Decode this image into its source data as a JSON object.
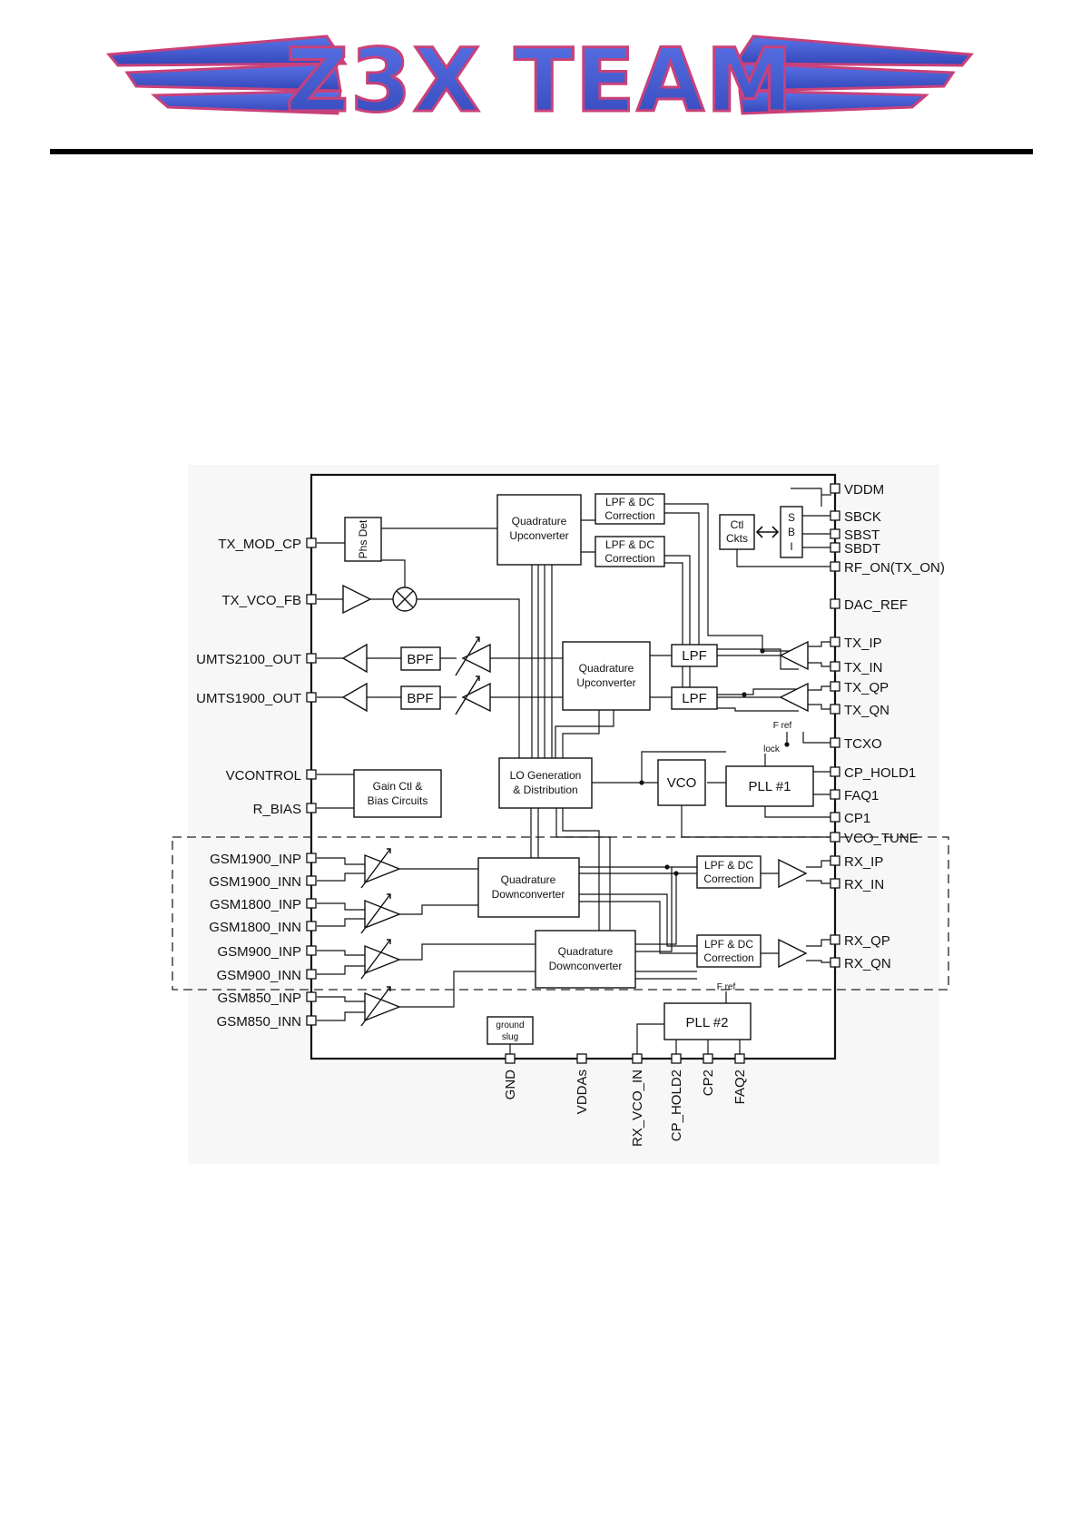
{
  "logo": {
    "text": "Z3X TEAM",
    "colors": {
      "fill": "#4a63d8",
      "streak": "#d9477a"
    }
  },
  "pins_left": {
    "tx_mod_cp": "TX_MOD_CP",
    "tx_vco_fb": "TX_VCO_FB",
    "umts2100_out": "UMTS2100_OUT",
    "umts1900_out": "UMTS1900_OUT",
    "vcontrol": "VCONTROL",
    "r_bias": "R_BIAS",
    "gsm1900_inp": "GSM1900_INP",
    "gsm1900_inn": "GSM1900_INN",
    "gsm1800_inp": "GSM1800_INP",
    "gsm1800_inn": "GSM1800_INN",
    "gsm900_inp": "GSM900_INP",
    "gsm900_inn": "GSM900_INN",
    "gsm850_inp": "GSM850_INP",
    "gsm850_inn": "GSM850_INN"
  },
  "pins_right": {
    "vddm": "VDDM",
    "sbck": "SBCK",
    "sbst": "SBST",
    "sbdt": "SBDT",
    "rf_on": "RF_ON(TX_ON)",
    "dac_ref": "DAC_REF",
    "tx_ip": "TX_IP",
    "tx_in": "TX_IN",
    "tx_qp": "TX_QP",
    "tx_qn": "TX_QN",
    "tcxo": "TCXO",
    "cp_hold1": "CP_HOLD1",
    "faq1": "FAQ1",
    "cp1": "CP1",
    "vco_tune": "VCO_TUNE",
    "rx_ip": "RX_IP",
    "rx_in": "RX_IN",
    "rx_qp": "RX_QP",
    "rx_qn": "RX_QN"
  },
  "pins_bottom": {
    "gnd": "GND",
    "vddas": "VDDAs",
    "rx_vco_in": "RX_VCO_IN",
    "cp_hold2": "CP_HOLD2",
    "cp2": "CP2",
    "faq2": "FAQ2"
  },
  "blocks": {
    "quad_up_top": [
      "Quadrature",
      "Upconverter"
    ],
    "lpf_dc_1": [
      "LPF & DC",
      "Correction"
    ],
    "lpf_dc_2": [
      "LPF & DC",
      "Correction"
    ],
    "ctl_ckts": [
      "Ctl",
      "Ckts"
    ],
    "sbi": [
      "S",
      "B",
      "I"
    ],
    "phs_det": "Phs Det",
    "bpf_1": "BPF",
    "bpf_2": "BPF",
    "quad_up_mid": [
      "Quadrature",
      "Upconverter"
    ],
    "lpf_1": "LPF",
    "lpf_2": "LPF",
    "lo_gen": [
      "LO Generation",
      "& Distribution"
    ],
    "vco": "VCO",
    "pll1": "PLL #1",
    "gain_ctl": [
      "Gain Ctl &",
      "Bias Circuits"
    ],
    "quad_down_1": [
      "Quadrature",
      "Downconverter"
    ],
    "quad_down_2": [
      "Quadrature",
      "Downconverter"
    ],
    "lpf_dc_rx1": [
      "LPF & DC",
      "Correction"
    ],
    "lpf_dc_rx2": [
      "LPF & DC",
      "Correction"
    ],
    "ground_slug": [
      "ground",
      "slug"
    ],
    "pll2": "PLL #2"
  },
  "annotations": {
    "fref_1": "F ref",
    "lock": "lock",
    "fref_2": "F ref"
  }
}
